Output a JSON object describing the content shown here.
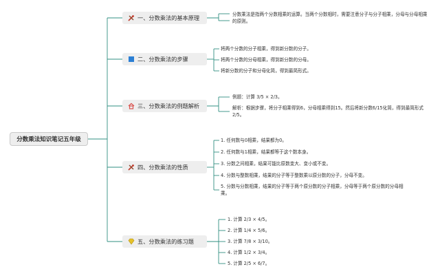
{
  "root": "分数乘法知识笔记五年级",
  "branches": [
    {
      "label": "一、分数乘法的基本原理",
      "icon": "tools-icon",
      "leaves": [
        "分数乘法是指两个分数相乘的运算。当两个分数相时，需要注意分子与分子相乘，分母与分母相乘的原则。"
      ]
    },
    {
      "label": "二、分数乘法的步骤",
      "icon": "blue-square-icon",
      "leaves": [
        "将两个分数的分子相乘，得到新分数的分子。",
        "将两个分数的分母相乘，得到新分数的分母。",
        "将新分数的分子和分母化简，得到最简形式。"
      ]
    },
    {
      "label": "三、分数乘法的例题解析",
      "icon": "house-icon",
      "leaves": [
        "例题：计算 3/5 × 2/3。",
        "解析：根据步骤，将分子相乘得到6，分母相乘得到15。然后将新分数6/15化简，得到最简形式2/5。"
      ]
    },
    {
      "label": "四、分数乘法的性质",
      "icon": "tools-icon",
      "leaves": [
        "1. 任何数与0相乘，结果都为0。",
        "2. 任何数与1相乘，结果都等于这个数本身。",
        "3. 分数之间相乘，结果可能比原数变大、变小或不变。",
        "4. 分数与整数相乘，结果的分子等于整数乘以原分数的分子，分母不变。",
        "5. 分数与分数相乘，结果的分子等于两个原分数的分子相乘，分母等于两个原分数的分母相乘。"
      ]
    },
    {
      "label": "五、分数乘法的练习题",
      "icon": "gem-icon",
      "leaves": [
        "1. 计算 2/3 × 4/5。",
        "2. 计算 1/4 × 5/6。",
        "3. 计算 7/8 × 3/10。",
        "4. 计算 1/2 × 3/4。",
        "5. 计算 2/5 × 6/7。"
      ]
    }
  ],
  "colors": {
    "line": "#2f8f80",
    "node_bg": "#eeeeee",
    "tools": "#c0392b",
    "square": "#2b7fd4",
    "house": "#d9534f",
    "gem": "#e6c229"
  }
}
